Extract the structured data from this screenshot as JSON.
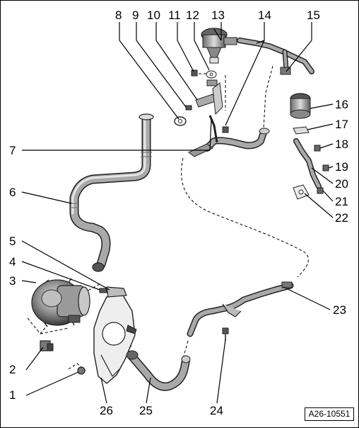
{
  "callouts": [
    "1",
    "2",
    "3",
    "4",
    "5",
    "6",
    "7",
    "8",
    "9",
    "10",
    "11",
    "12",
    "13",
    "14",
    "15",
    "16",
    "17",
    "18",
    "19",
    "20",
    "21",
    "22",
    "23",
    "24",
    "25",
    "26"
  ],
  "reference_id": "A26-10551",
  "colors": {
    "line": "#000000",
    "part_dark": "#3a3a3a",
    "part_mid": "#8c8c8c",
    "part_light": "#d9d9d9",
    "background": "#ffffff"
  }
}
